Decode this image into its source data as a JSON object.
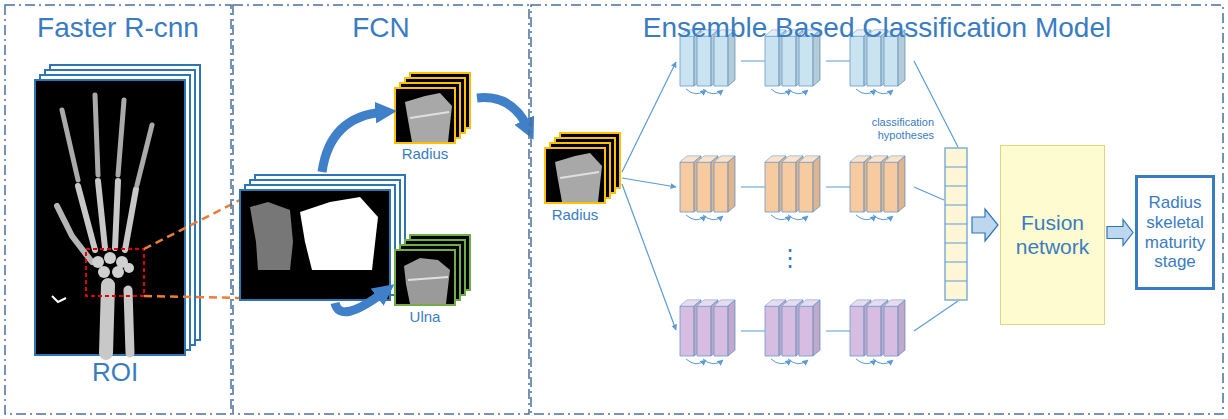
{
  "diagram": {
    "nodes": [
      {
        "text": [
          "Faster R-cnn"
        ]
      },
      {
        "text": [
          "FCN"
        ]
      },
      {
        "text": [
          "Ensemble Based Classification Model"
        ]
      },
      {
        "text": [
          "Fusion network"
        ],
        "in": 2
      },
      {
        "text": [
          "Radius skeletal maturity stage"
        ],
        "in": 2
      }
    ],
    "edges": [
      {
        "from": 3,
        "to": 4,
        "arrow": "to"
      }
    ],
    "labels": [
      "ROI",
      "Radius",
      "Ulna",
      "Radius",
      "classification hypotheses",
      "⋮"
    ]
  }
}
